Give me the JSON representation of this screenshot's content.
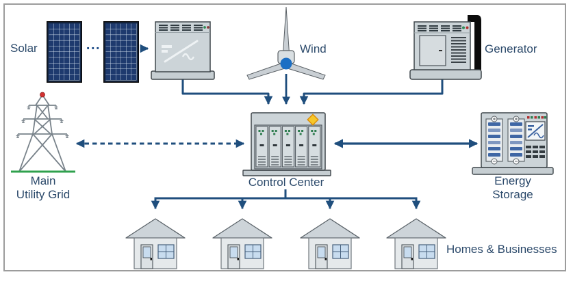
{
  "nodes": {
    "solar": {
      "label": "Solar"
    },
    "solar_ellipsis": "...",
    "wind": {
      "label": "Wind"
    },
    "generator": {
      "label": "Generator"
    },
    "main_utility_grid": {
      "line1": "Main",
      "line2": "Utility Grid"
    },
    "control_center": {
      "label": "Control Center"
    },
    "energy_storage": {
      "line1": "Energy",
      "line2": "Storage"
    },
    "homes_businesses": {
      "label": "Homes & Businesses"
    }
  },
  "connections": [
    {
      "from": "solar-panels",
      "to": "solar-inverter",
      "style": "solid-arrow"
    },
    {
      "from": "solar-inverter",
      "to": "control-center",
      "style": "solid-arrow"
    },
    {
      "from": "wind-turbine",
      "to": "control-center",
      "style": "solid-arrow"
    },
    {
      "from": "generator",
      "to": "control-center",
      "style": "solid-arrow"
    },
    {
      "from": "main-utility-grid",
      "to": "control-center",
      "style": "dashed-double-arrow"
    },
    {
      "from": "control-center",
      "to": "energy-storage",
      "style": "solid-double-arrow"
    },
    {
      "from": "control-center",
      "to": "homes-businesses",
      "style": "bus-with-4-arrows"
    }
  ],
  "colors": {
    "line_navy": "#1f4e7d",
    "text_navy": "#2c4a6b",
    "solar_panel_blue": "#1e3a6e",
    "turbine_hub_blue": "#1c6fc4",
    "equipment_gray": "#ccd4d8",
    "beacon_red": "#d23131",
    "ground_green": "#2fa14d",
    "warning_yellow": "#f6c72a",
    "battery_bar_blue": "#3f67a5"
  }
}
